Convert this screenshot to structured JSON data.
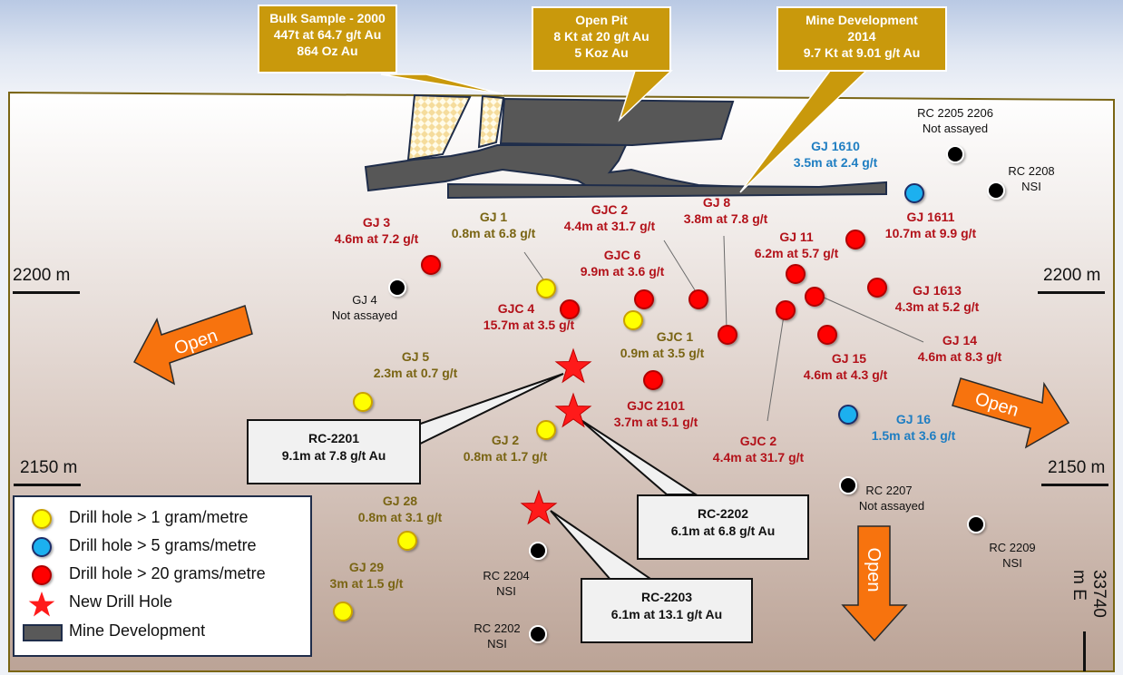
{
  "title": "Long section of drill holes and mine development",
  "callouts_top": [
    {
      "id": "bulk-sample",
      "lines": [
        "Bulk Sample - 2000",
        "447t at 64.7 g/t Au",
        "864 Oz Au"
      ]
    },
    {
      "id": "open-pit",
      "lines": [
        "Open Pit",
        "8 Kt at 20 g/t Au",
        "5 Koz Au"
      ]
    },
    {
      "id": "mine-development",
      "lines": [
        "Mine Development",
        "2014",
        "9.7 Kt at 9.01 g/t Au"
      ]
    }
  ],
  "new_drill_callouts": [
    {
      "id": "rc-2201",
      "name": "RC-2201",
      "result": "9.1m at 7.8 g/t Au"
    },
    {
      "id": "rc-2202",
      "name": "RC-2202",
      "result": "6.1m at 6.8 g/t Au"
    },
    {
      "id": "rc-2203",
      "name": "RC-2203",
      "result": "6.1m at 13.1 g/t Au"
    }
  ],
  "drill_labels": [
    {
      "name": "GJ 3",
      "result": "4.6m at 7.2 g/t",
      "class": "red"
    },
    {
      "name": "GJ 1",
      "result": "0.8m at 6.8 g/t",
      "class": "olive"
    },
    {
      "name": "GJC 2",
      "result": "4.4m at 31.7 g/t",
      "class": "red"
    },
    {
      "name": "GJ 8",
      "result": "3.8m at 7.8 g/t",
      "class": "red"
    },
    {
      "name": "GJC 6",
      "result": "9.9m at 3.6 g/t",
      "class": "red"
    },
    {
      "name": "GJ 11",
      "result": "6.2m at 5.7 g/t",
      "class": "red"
    },
    {
      "name": "GJ 1611",
      "result": "10.7m at 9.9 g/t",
      "class": "red"
    },
    {
      "name": "GJ 1610",
      "result": "3.5m at 2.4 g/t",
      "class": "blue"
    },
    {
      "name": "GJC 4",
      "result": "15.7m at 3.5 g/t",
      "class": "red"
    },
    {
      "name": "GJ 1613",
      "result": "4.3m at 5.2 g/t",
      "class": "red"
    },
    {
      "name": "GJC 1",
      "result": "0.9m at 3.5 g/t",
      "class": "olive"
    },
    {
      "name": "GJ 14",
      "result": "4.6m at 8.3 g/t",
      "class": "red"
    },
    {
      "name": "GJ 15",
      "result": "4.6m at 4.3 g/t",
      "class": "red"
    },
    {
      "name": "GJ 5",
      "result": "2.3m at 0.7 g/t",
      "class": "olive"
    },
    {
      "name": "GJC 2101",
      "result": "3.7m at 5.1 g/t",
      "class": "red"
    },
    {
      "name": "GJ 16",
      "result": "1.5m at 3.6 g/t",
      "class": "blue"
    },
    {
      "name": "GJ 2",
      "result": "0.8m at 1.7 g/t",
      "class": "olive"
    },
    {
      "name": "GJC 2",
      "result": "4.4m at 31.7 g/t",
      "class": "red"
    },
    {
      "name": "GJ 28",
      "result": "0.8m at 3.1 g/t",
      "class": "olive"
    },
    {
      "name": "GJ 29",
      "result": "3m at 1.5 g/t",
      "class": "olive"
    }
  ],
  "unassayed_labels": [
    {
      "name": "RC 2205 2206",
      "status": "Not assayed"
    },
    {
      "name": "RC 2208",
      "status": "NSI"
    },
    {
      "name": "GJ 4",
      "status": "Not assayed"
    },
    {
      "name": "RC 2207",
      "status": "Not assayed"
    },
    {
      "name": "RC 2209",
      "status": "NSI"
    },
    {
      "name": "RC 2204",
      "status": "NSI"
    },
    {
      "name": "RC 2202",
      "status": "NSI"
    }
  ],
  "open_arrows": [
    "Open",
    "Open",
    "Open"
  ],
  "elevation_labels": {
    "left_upper": "2200 m",
    "right_upper": "2200 m",
    "left_lower": "2150 m",
    "right_lower": "2150 m",
    "easting": "33740 m E"
  },
  "legend": [
    {
      "symbol": "yellow-circle",
      "label": "Drill hole >  1 gram/metre",
      "color": "#ffff00"
    },
    {
      "symbol": "blue-circle",
      "label": "Drill hole >  5 grams/metre",
      "color": "#1fb0ef"
    },
    {
      "symbol": "red-circle",
      "label": "Drill hole >  20 grams/metre",
      "color": "#ff0000"
    },
    {
      "symbol": "red-star",
      "label": "New Drill Hole",
      "color": "#ff1a1a"
    },
    {
      "symbol": "gray-rect",
      "label": "Mine Development",
      "color": "#595959"
    }
  ],
  "colors": {
    "gold": "#c9990c",
    "arrow": "#f7730e",
    "mine": "#575757",
    "red": "#ff0000",
    "yellow": "#ffff00",
    "blue": "#1fb0ef"
  }
}
